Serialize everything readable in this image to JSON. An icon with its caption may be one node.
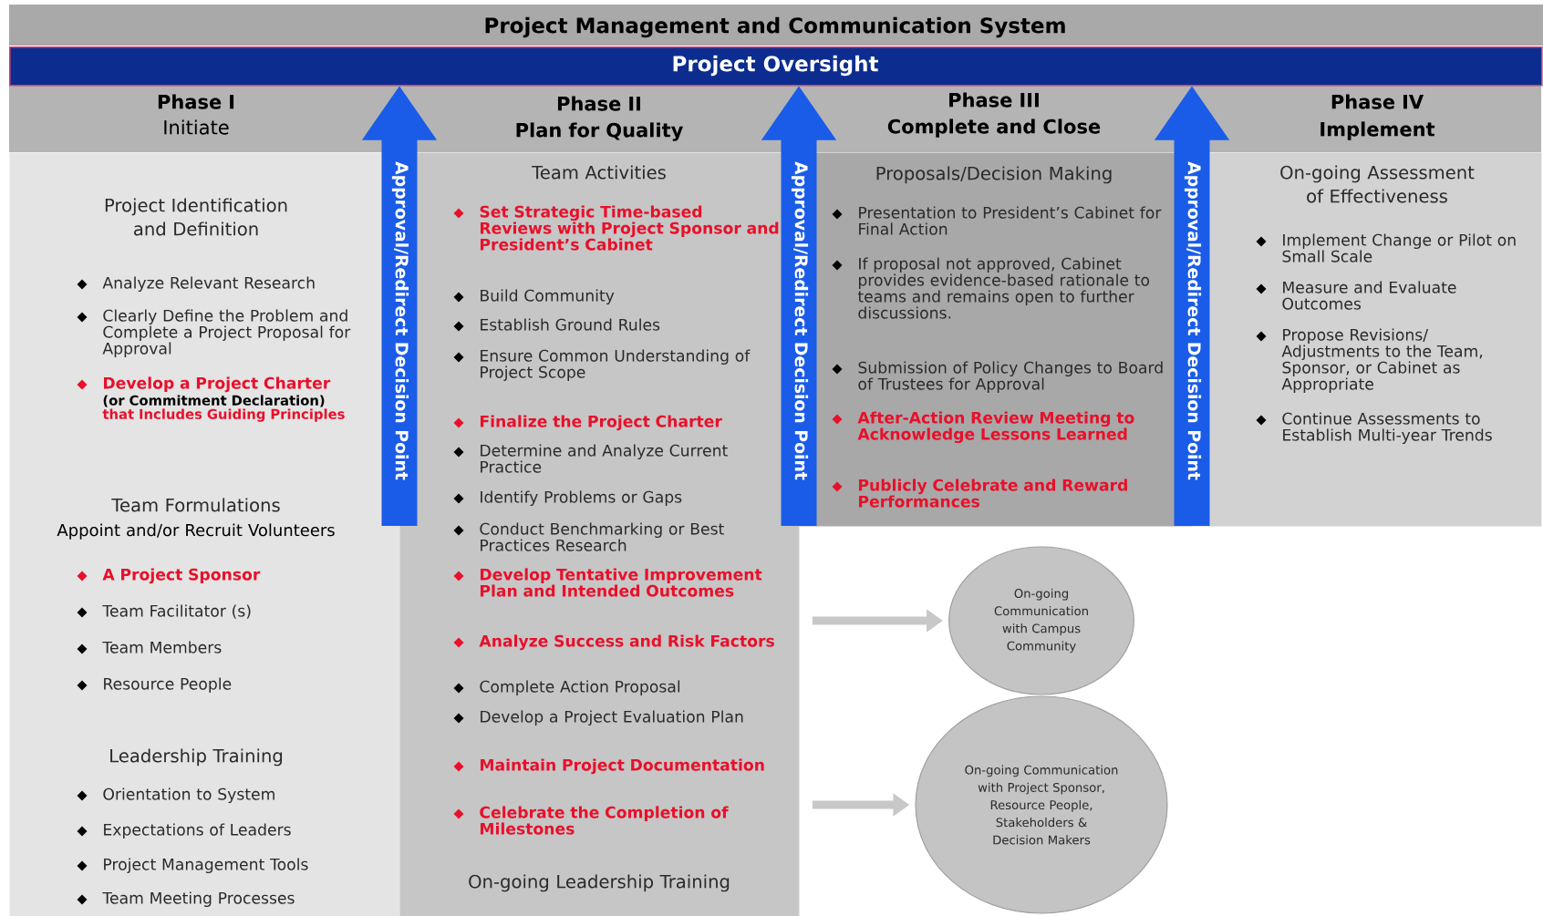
{
  "diagram": {
    "title": "Project Management and Communication System",
    "nodes": [
      {
        "text": [
          "Project Oversight"
        ]
      },
      {
        "text": [
          "Phase I",
          "Initiate",
          "Project Identification and Definition",
          "Analyze Relevant Research",
          "Clearly Define the Problem and Complete a Project Proposal for Approval",
          "Develop a Project Charter",
          "(or Commitment Declaration)",
          "that Includes Guiding Principles",
          "Team Formulations",
          "Appoint and/or Recruit Volunteers",
          "A Project Sponsor",
          "Team Facilitator (s)",
          "Team Members",
          "Resource People",
          "Leadership Training",
          "Orientation to System",
          "Expectations of Leaders",
          "Project Management Tools",
          "Team Meeting Processes"
        ]
      },
      {
        "text": [
          "Phase II",
          "Plan for Quality",
          "Team Activities",
          "Set Strategic Time-based Reviews with Project Sponsor and President’s Cabinet",
          "Build Community",
          "Establish Ground Rules",
          "Ensure Common Understanding of Project Scope",
          "Finalize the Project Charter",
          "Determine and Analyze Current Practice",
          "Identify Problems or Gaps",
          "Conduct Benchmarking or Best Practices Research",
          "Develop Tentative Improvement Plan and Intended Outcomes",
          "Analyze Success and Risk Factors",
          "Complete Action Proposal",
          "Develop a Project Evaluation Plan",
          "Maintain Project Documentation",
          "Celebrate the Completion of Milestones",
          "On-going Leadership Training"
        ]
      },
      {
        "text": [
          "Phase III",
          "Complete and Close",
          "Proposals/Decision Making",
          "Presentation to President’s Cabinet for Final Action",
          "If proposal not approved, Cabinet provides evidence-based rationale to teams and remains open to further discussions.",
          "Submission of Policy Changes to Board of Trustees for Approval",
          "After-Action Review Meeting to Acknowledge Lessons Learned",
          "Publicly Celebrate and Reward Performances"
        ]
      },
      {
        "text": [
          "Phase IV",
          "Implement",
          "On-going Assessment of Effectiveness",
          "Implement Change or Pilot on Small Scale",
          "Measure and Evaluate Outcomes",
          "Propose Revisions/ Adjustments to the Team, Sponsor, or Cabinet as Appropriate",
          "Continue Assessments to Establish Multi-year Trends"
        ]
      },
      {
        "text": [
          "On-going Communication with Campus Community"
        ]
      },
      {
        "text": [
          "On-going Communication with Project Sponsor, Resource People, Stakeholders & Decision Makers"
        ]
      }
    ],
    "edges": [
      {
        "from": 2,
        "to": 0,
        "arrow": "to",
        "label": "Approval/Redirect Decision Point"
      },
      {
        "from": 3,
        "to": 0,
        "arrow": "to",
        "label": "Approval/Redirect Decision Point"
      },
      {
        "from": 4,
        "to": 0,
        "arrow": "to",
        "label": "Approval/Redirect Decision Point"
      },
      {
        "from": 2,
        "to": 5,
        "arrow": "to",
        "color": "#c8c8c8"
      },
      {
        "from": 2,
        "to": 6,
        "arrow": "to",
        "color": "#c8c8c8"
      }
    ]
  }
}
